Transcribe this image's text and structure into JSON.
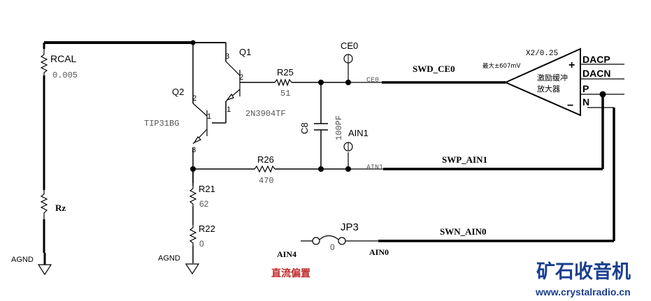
{
  "schematic": {
    "rcal": {
      "ref": "RCAL",
      "value": "0.005"
    },
    "rz": {
      "ref": "Rz"
    },
    "q1": {
      "ref": "Q1",
      "part": "2N3904TF",
      "pins": [
        "3",
        "2",
        "1"
      ]
    },
    "q2": {
      "ref": "Q2",
      "part": "TIP31BG",
      "pins": [
        "2",
        "1",
        "3"
      ]
    },
    "r25": {
      "ref": "R25",
      "value": "51"
    },
    "r26": {
      "ref": "R26",
      "value": "470"
    },
    "r21": {
      "ref": "R21",
      "value": "62"
    },
    "r22": {
      "ref": "R22",
      "value": "0"
    },
    "c8": {
      "ref": "C8",
      "value": "100PF"
    },
    "tp_ce0": {
      "ref": "CE0"
    },
    "tp_ain1": {
      "ref": "AIN1"
    },
    "net_ce0": "CE0",
    "net_ain1": "AIN1",
    "net_swd_ce0": "SWD_CE0",
    "net_swp_ain1": "SWP_AIN1",
    "net_swn_ain0": "SWN_AIN0",
    "gnd_left": "AGND",
    "gnd_right": "AGND",
    "jp3": {
      "ref": "JP3",
      "label": "0",
      "left": "AIN4",
      "right": "AIN0"
    },
    "dc_bias": "直流偏置",
    "amp": {
      "gain": "X2/0.25",
      "max": "最大±607mV",
      "name_line1": "激励缓冲",
      "name_line2": "放大器",
      "plus": "+",
      "minus": "−",
      "pins": [
        "DACP",
        "DACN",
        "P",
        "N"
      ]
    }
  },
  "watermark": {
    "title": "矿石收音机",
    "url": "www.crystalradio.cn",
    "color": "#1a3f8f"
  }
}
